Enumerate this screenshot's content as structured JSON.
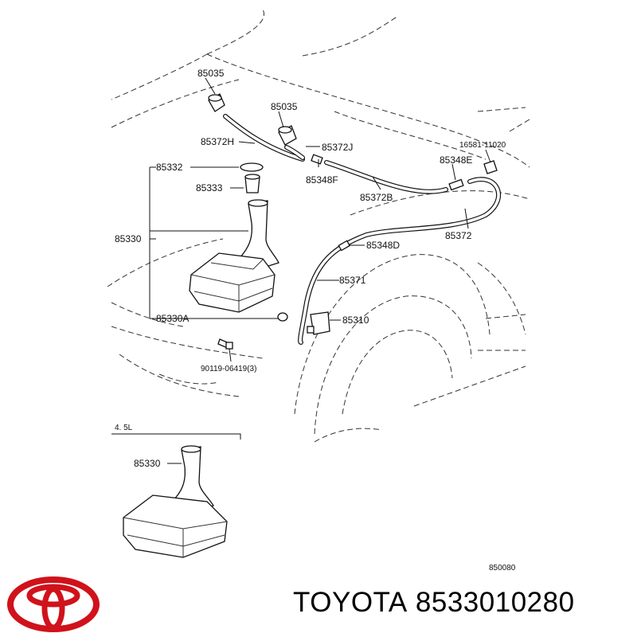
{
  "labels": {
    "nozzle_1": "85035",
    "nozzle_2": "85035",
    "hose_h": "85372H",
    "hose_j": "85372J",
    "part_16581": "16581-11020",
    "cap": "85332",
    "strainer": "85333",
    "joint_e": "85348E",
    "joint_f": "85348F",
    "hose_b": "85372B",
    "tank": "85330",
    "hose_main": "85372",
    "joint_d": "85348D",
    "hose_pump": "85371",
    "grommet_a": "85330A",
    "pump": "85310",
    "bolt": "90119-06419(3)",
    "variant": "4. 5L",
    "tank_variant": "85330",
    "fig_code": "850080"
  },
  "footer": {
    "brand": "TOYOTA",
    "part_number": "8533010280"
  },
  "colors": {
    "logo": "#d0121b",
    "line": "#111111"
  }
}
